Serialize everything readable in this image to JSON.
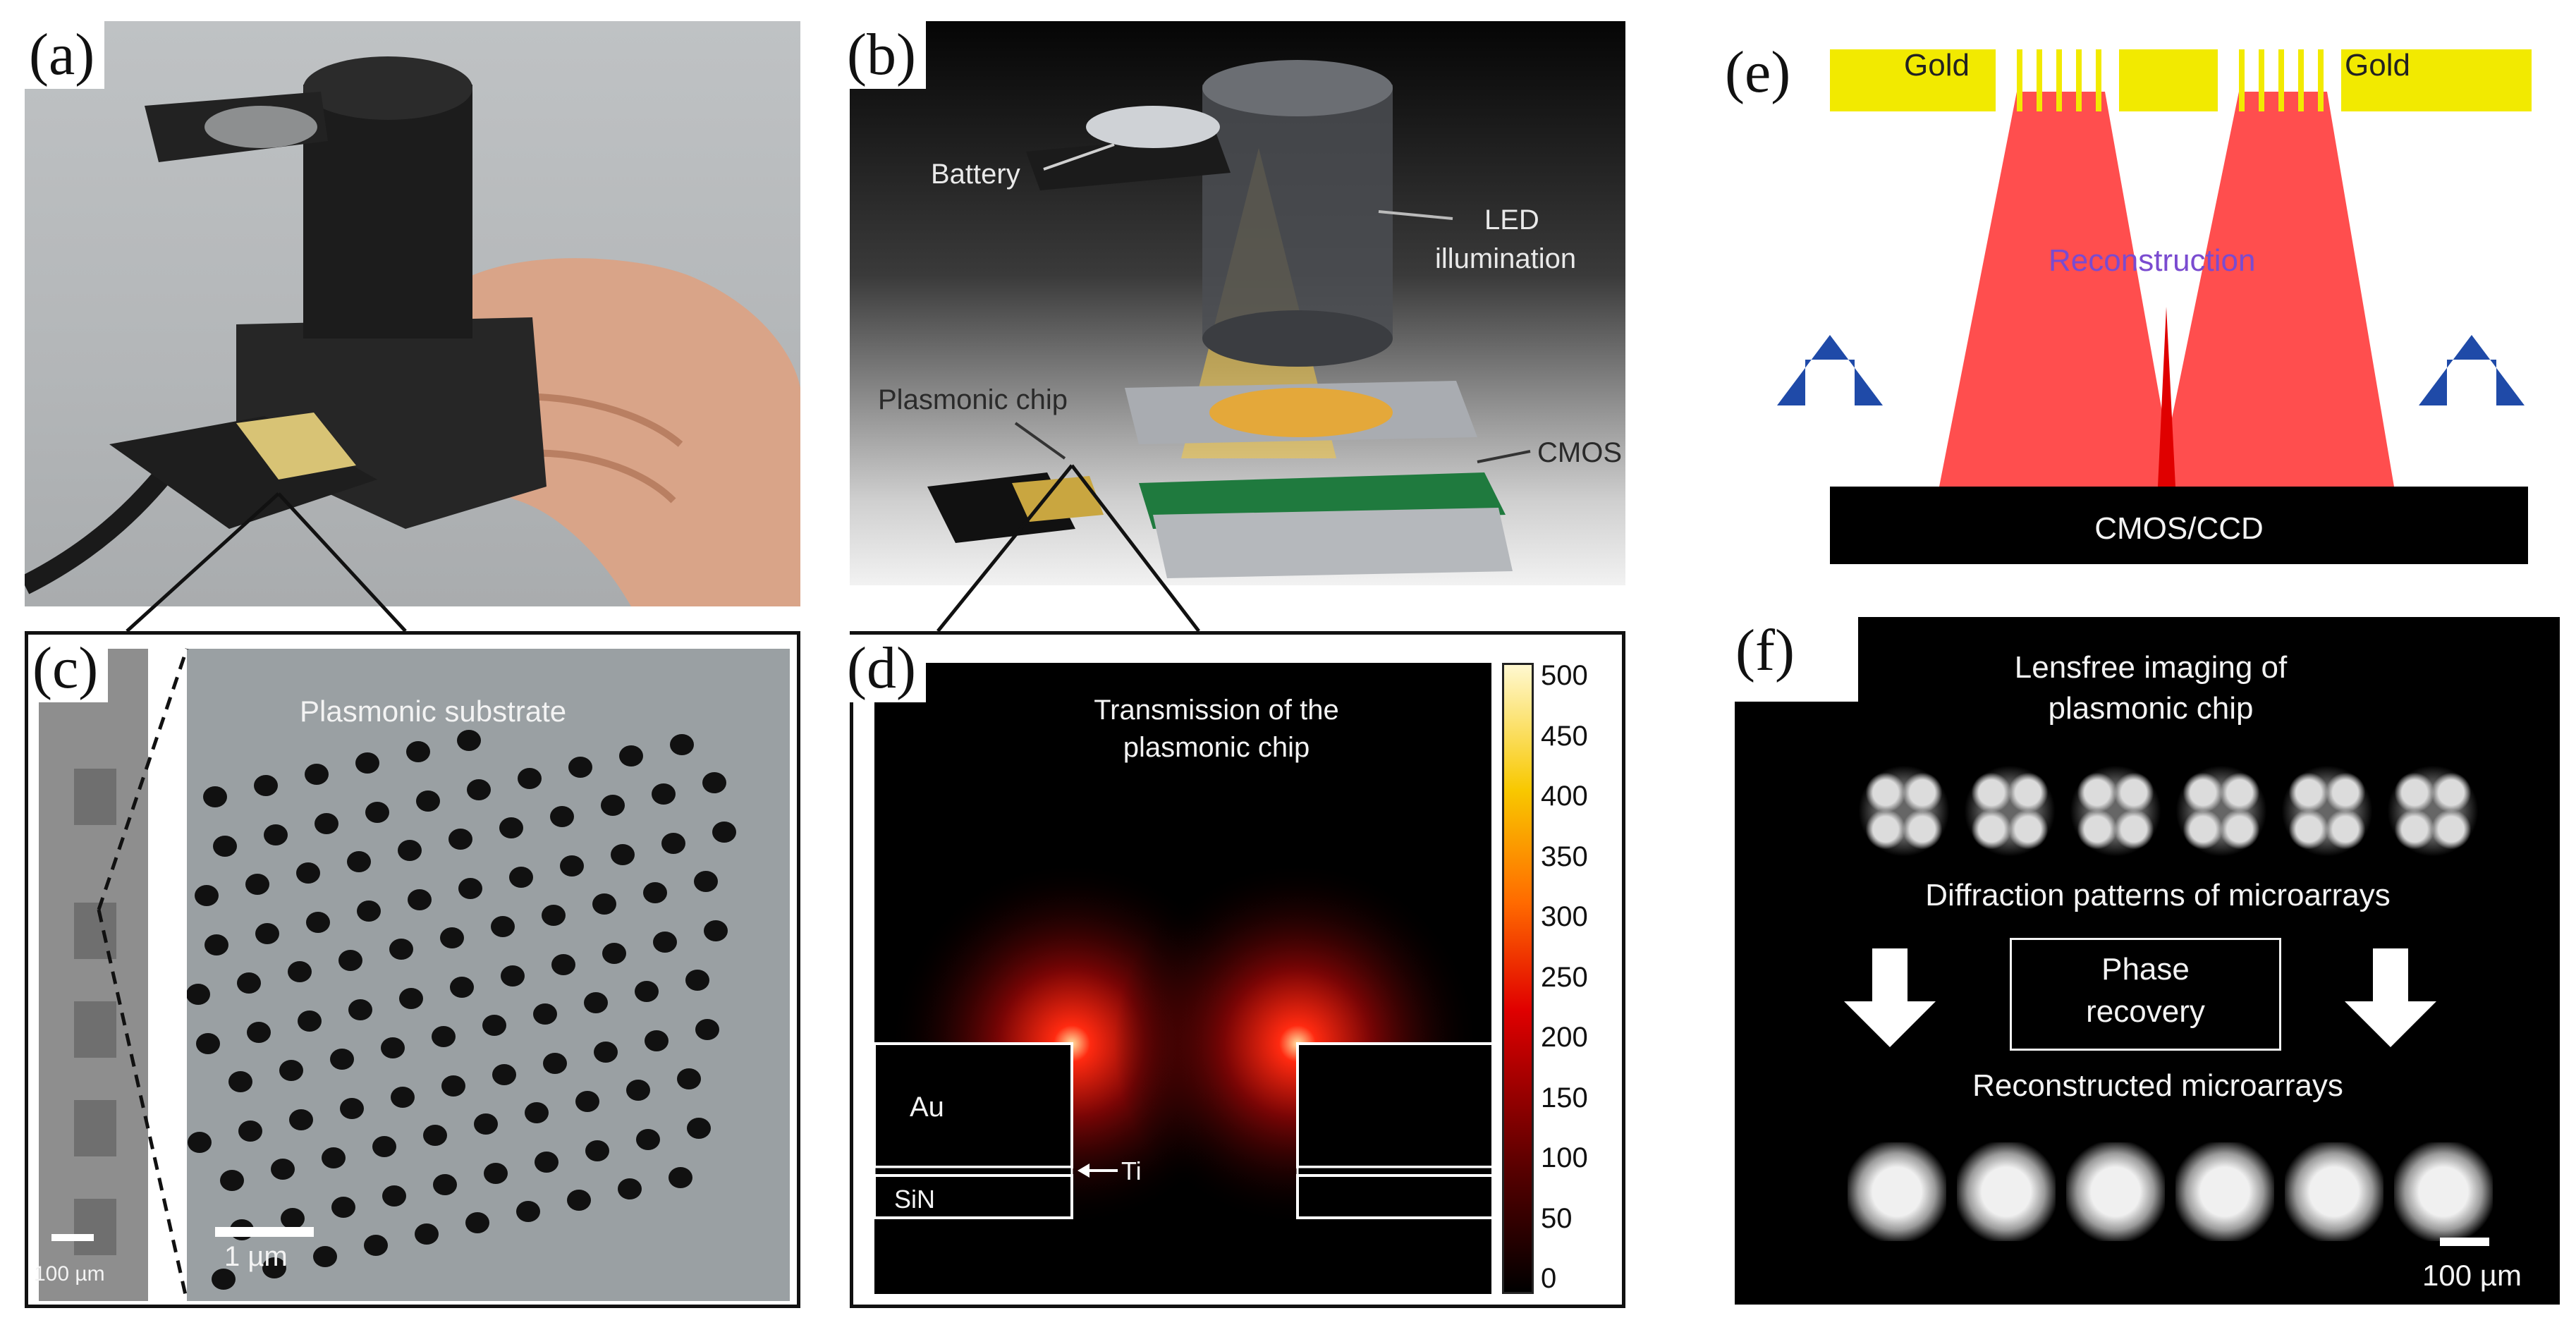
{
  "panels": {
    "a": {
      "label": "(a)"
    },
    "b": {
      "label": "(b)",
      "battery": "Battery",
      "led": "LED\nillumination",
      "led_line1": "LED",
      "led_line2": "illumination",
      "chip": "Plasmonic chip",
      "cmos": "CMOS"
    },
    "c": {
      "label": "(c)",
      "title": "Plasmonic substrate",
      "scale_small": "100 µm",
      "scale_large": "1 µm"
    },
    "d": {
      "label": "(d)",
      "title_line1": "Transmission of the",
      "title_line2": "plasmonic chip",
      "au": "Au",
      "sin": "SiN",
      "ti": "Ti",
      "colorbar_ticks": [
        "500",
        "450",
        "400",
        "350",
        "300",
        "250",
        "200",
        "150",
        "100",
        "50",
        "0"
      ]
    },
    "e": {
      "label": "(e)",
      "gold_left": "Gold",
      "gold_right": "Gold",
      "reconstruction": "Reconstruction",
      "sensor": "CMOS/CCD"
    },
    "f": {
      "label": "(f)",
      "title_line1": "Lensfree imaging of",
      "title_line2": "plasmonic chip",
      "diffraction": "Diffraction patterns of microarrays",
      "phase_line1": "Phase",
      "phase_line2": "recovery",
      "reconstructed": "Reconstructed microarrays",
      "scale": "100 µm"
    }
  },
  "colors": {
    "gold": "#f2ea00",
    "beam": "#ff3b3b",
    "arrow_blue": "#1f4aa8",
    "reconstruction_text": "#7a4bd0"
  }
}
